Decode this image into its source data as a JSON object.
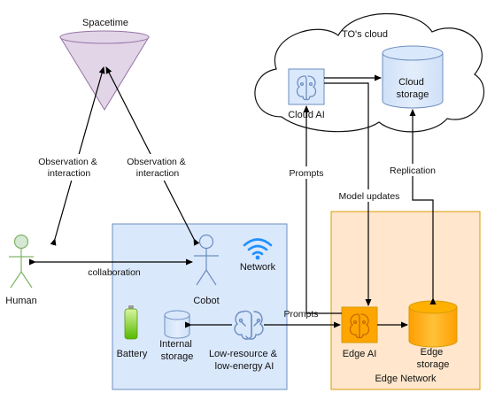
{
  "spacetime": {
    "label": "Spacetime"
  },
  "links": {
    "human_obs": [
      "Observation &",
      "interaction"
    ],
    "cobot_obs": [
      "Observation &",
      "interaction"
    ],
    "collaboration": "collaboration",
    "prompts_vertical": "Prompts",
    "model_updates": "Model updates",
    "replication": "Replication",
    "prompts_horizontal": "Prompts"
  },
  "actors": {
    "human": "Human",
    "cobot": "Cobot"
  },
  "cloud": {
    "title": "TO's cloud",
    "ai": "Cloud AI",
    "storage": [
      "Cloud",
      "storage"
    ]
  },
  "device": {
    "network": "Network",
    "battery": "Battery",
    "internal_storage": [
      "Internal",
      "storage"
    ],
    "low_ai": [
      "Low-resource &",
      "low-energy AI"
    ]
  },
  "edge": {
    "title": "Edge Network",
    "ai": "Edge AI",
    "storage": [
      "Edge",
      "storage"
    ]
  },
  "colors": {
    "cone": "#e1d5e7",
    "cone_stroke": "#9673a6",
    "human": "#d5e8d4",
    "human_stroke": "#82b366",
    "device_bg": "#dae8fc",
    "device_stroke": "#6c8ebf",
    "edge_bg": "#ffe6cc",
    "edge_stroke": "#d79b00",
    "edge_node": "#ffa500",
    "wifi": "#1e90ff"
  }
}
